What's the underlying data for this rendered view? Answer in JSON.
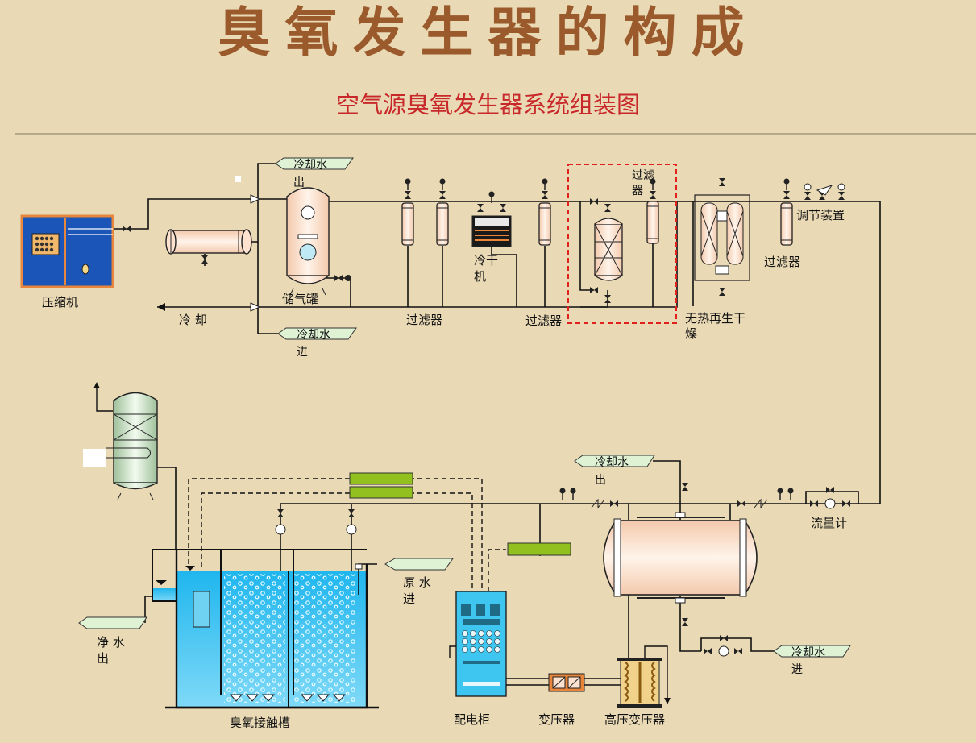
{
  "title": "臭氧发生器的构成",
  "subtitle": "空气源臭氧发生器系统组装图",
  "labels": {
    "compressor": "压缩机",
    "cooling": "冷 却",
    "cooling_water_out": "冷却水",
    "cooling_water_out_2": "出",
    "cooling_water_in": "冷却水",
    "cooling_water_in_2": "进",
    "storage_tank": "储气罐",
    "filter_1": "过滤器",
    "filter_2": "过滤器",
    "filter_top_1": "过滤",
    "filter_top_2": "器",
    "cold_dryer_1": "冷干",
    "cold_dryer_2": "机",
    "heatless_dryer_1": "无热再生干",
    "heatless_dryer_2": "燥",
    "regulator": "调节装置",
    "filter_3": "过滤器",
    "flowmeter": "流量计",
    "gen_cooling_out_1": "冷却水",
    "gen_cooling_out_2": "出",
    "gen_cooling_in_1": "冷却水",
    "gen_cooling_in_2": "进",
    "raw_water_1": "原 水",
    "raw_water_2": "进",
    "clean_water_1": "净 水",
    "clean_water_2": "出",
    "contact_tank": "臭氧接触槽",
    "cabinet": "配电柜",
    "transformer": "变压器",
    "hv_transformer": "高压变压器"
  },
  "colors": {
    "background": "#e9d9b5",
    "title": "#9a5a2c",
    "subtitle": "#c8282a",
    "vessel_fill": "#fde3cf",
    "water": "#3fc6f0",
    "green_tag": "#dff3d4",
    "green_bar": "#92c01e",
    "compressor": "#1b55b8",
    "dashed_box": "#e0201c"
  }
}
